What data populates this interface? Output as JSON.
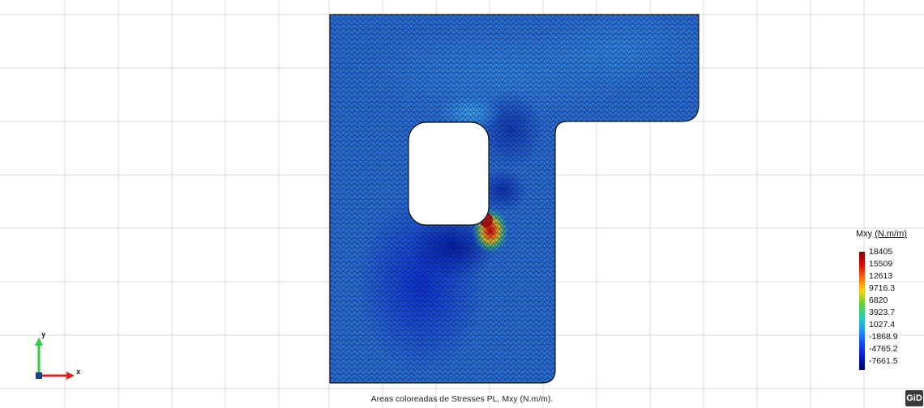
{
  "legend": {
    "title": "Mxy",
    "unit": "(N.m/m)",
    "values": [
      "18405",
      "15509",
      "12613",
      "9716.3",
      "6820",
      "3923.7",
      "1027.4",
      "-1868.9",
      "-4765.2",
      "-7661.5"
    ]
  },
  "caption": "Areas coloreadas de Stresses PL, Mxy (N.m/m).",
  "badge": "GiD",
  "axes": {
    "x_label": "x",
    "y_label": "y"
  },
  "colors": {
    "background": "#ffffff",
    "grid": "#d9d9d9",
    "mesh": "#0b1a3a",
    "base_field": "#2a6fd8",
    "hot_spot": "#ff2a00"
  }
}
